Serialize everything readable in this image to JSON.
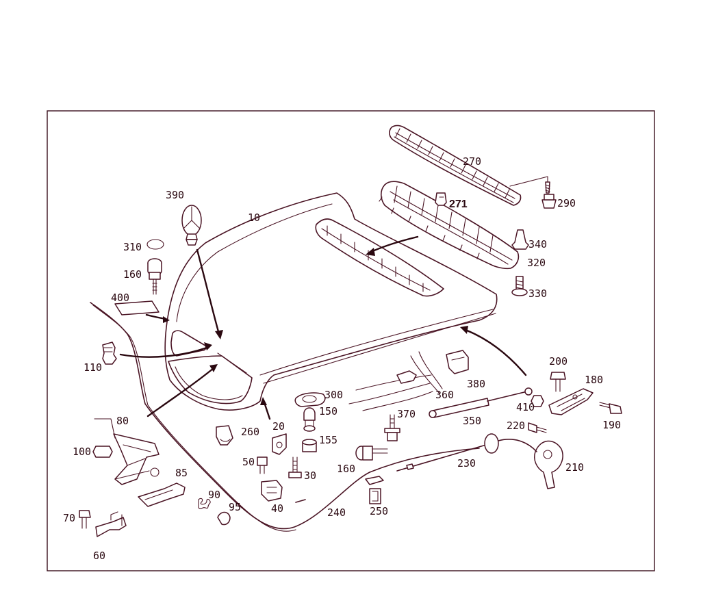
{
  "diagram": {
    "type": "exploded-parts-diagram",
    "subject": "hood assembly",
    "line_color": "#4a1424",
    "label_color": "#2a0810",
    "background": "#ffffff"
  },
  "labels": {
    "p10": "10",
    "p20": "20",
    "p30": "30",
    "p40": "40",
    "p50": "50",
    "p60": "60",
    "p70": "70",
    "p80": "80",
    "p85": "85",
    "p90": "90",
    "p95": "95",
    "p100": "100",
    "p110": "110",
    "p150": "150",
    "p155": "155",
    "p160a": "160",
    "p160b": "160",
    "p180": "180",
    "p190": "190",
    "p200": "200",
    "p210": "210",
    "p220": "220",
    "p230": "230",
    "p240": "240",
    "p250": "250",
    "p260": "260",
    "p270": "270",
    "p271": "271",
    "p290": "290",
    "p300": "300",
    "p310": "310",
    "p320": "320",
    "p330": "330",
    "p340": "340",
    "p350": "350",
    "p360": "360",
    "p370": "370",
    "p380": "380",
    "p390": "390",
    "p400": "400",
    "p410": "410"
  }
}
